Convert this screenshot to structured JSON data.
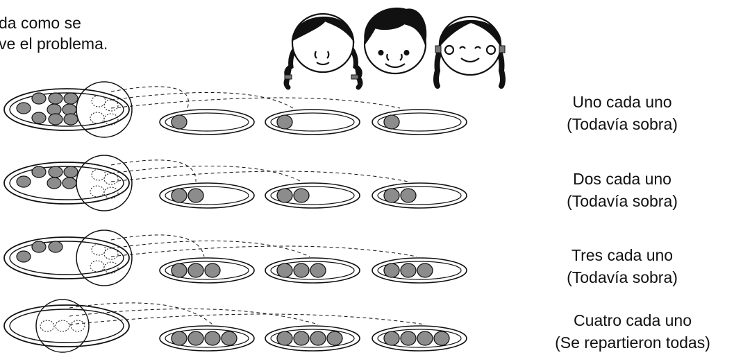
{
  "intro": {
    "line1": "da como se",
    "line2": "ve el problema."
  },
  "rows": [
    {
      "line1": "Uno cada uno",
      "line2": "(Todavía sobra)",
      "per_plate": 1,
      "remaining": 9
    },
    {
      "line1": "Dos cada uno",
      "line2": "(Todavía sobra)",
      "per_plate": 2,
      "remaining": 6
    },
    {
      "line1": "Tres cada uno",
      "line2": "(Todavía sobra)",
      "per_plate": 3,
      "remaining": 3
    },
    {
      "line1": "Cuatro cada uno",
      "line2": "(Se repartieron todas)",
      "per_plate": 4,
      "remaining": 0
    }
  ],
  "colors": {
    "ink": "#111111",
    "filled_dot": "#8c8c8c"
  }
}
